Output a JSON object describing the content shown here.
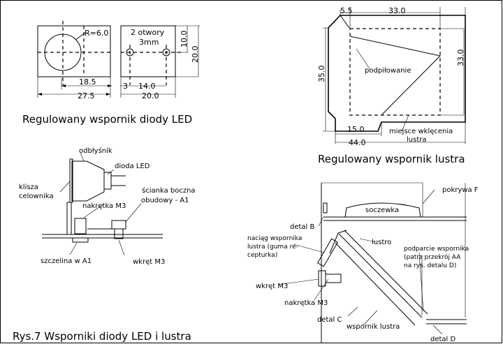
{
  "caption": "Rys.7 Wsporniki diody LED i lustra",
  "led_bracket": {
    "title": "Regulowany wspornik diody LED",
    "radius_label": "R=6.0",
    "holes_label_1": "2 otwory",
    "holes_label_2": "3mm",
    "dim_18_5": "18.5",
    "dim_27_5": "27.5",
    "dim_3": "3",
    "dim_14": "14.0",
    "dim_20_bottom": "20.0",
    "dim_10": "10.0",
    "dim_20_right": "20.0"
  },
  "mirror_bracket": {
    "title": "Regulowany wspornik lustra",
    "dim_5_5": "5.5",
    "dim_33_top": "33.0",
    "dim_35": "35.0",
    "dim_33_right": "33.0",
    "filing_label": "podpiłowanie",
    "dim_15": "15.0",
    "dim_44": "44.0",
    "recess_label_1": "miejsce wklęcenia",
    "recess_label_2": "lustra"
  },
  "led_assembly": {
    "reflector": "odbłyśnik",
    "led": "dioda LED",
    "target_glass_1": "klisza",
    "target_glass_2": "celownika",
    "side_wall_1": "ścianka boczna",
    "side_wall_2": "obudowy - A1",
    "nut": "nakrętka M3",
    "slot": "szczelina w A1",
    "screw": "wkręt M3"
  },
  "mirror_assembly": {
    "cover": "pokrywa F",
    "lens": "soczewka",
    "detail_b": "detal B",
    "mirror": "lustro",
    "tension_1": "naciąg wspornika",
    "tension_2": "lustra (guma re-",
    "tension_3": "cepturka)",
    "support_1": "podparcie wspornika",
    "support_2": "(patrz przekrój AA",
    "support_3": "na rys. detalu D)",
    "screw": "wkręt M3",
    "nut": "nakrętka M3",
    "detail_c": "detal C",
    "bracket": "wspornik lustra",
    "detail_d": "detal D"
  }
}
